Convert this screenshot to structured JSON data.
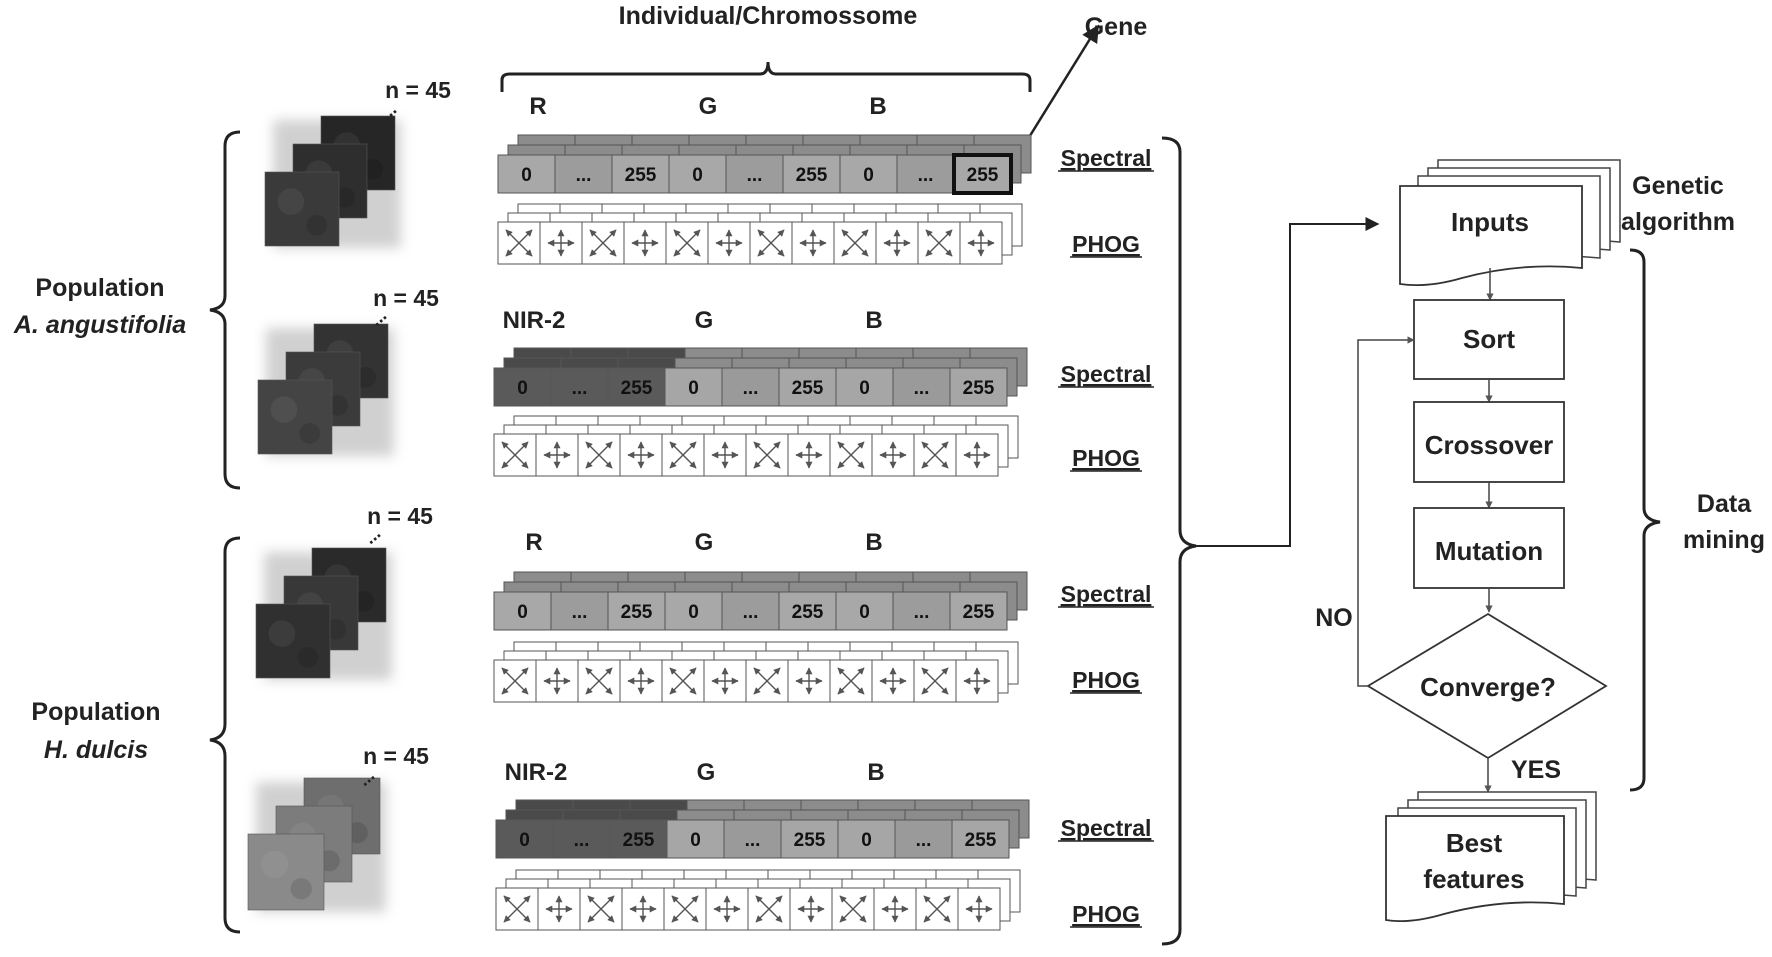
{
  "header": {
    "title": "Individual/Chromossome",
    "gene_label": "Gene"
  },
  "populations": [
    {
      "label": "Population",
      "species": "A. angustifolia"
    },
    {
      "label": "Population",
      "species": "H. dulcis"
    }
  ],
  "samples": [
    {
      "count_label": "n = 45",
      "ellipsis": "..."
    },
    {
      "count_label": "n = 45",
      "ellipsis": "..."
    },
    {
      "count_label": "n = 45",
      "ellipsis": "..."
    },
    {
      "count_label": "n = 45",
      "ellipsis": "..."
    }
  ],
  "chromosomes": [
    {
      "bands": [
        "R",
        "G",
        "B"
      ],
      "feature1": "Spectral",
      "feature2": "PHOG"
    },
    {
      "bands": [
        "NIR-2",
        "G",
        "B"
      ],
      "feature1": "Spectral",
      "feature2": "PHOG"
    },
    {
      "bands": [
        "R",
        "G",
        "B"
      ],
      "feature1": "Spectral",
      "feature2": "PHOG"
    },
    {
      "bands": [
        "NIR-2",
        "G",
        "B"
      ],
      "feature1": "Spectral",
      "feature2": "PHOG"
    }
  ],
  "gene_values": [
    "0",
    "...",
    "255",
    "0",
    "...",
    "255",
    "0",
    "...",
    "255"
  ],
  "flowchart": {
    "title_line1": "Genetic",
    "title_line2": "algorithm",
    "inputs": "Inputs",
    "sort": "Sort",
    "crossover": "Crossover",
    "mutation": "Mutation",
    "converge": "Converge?",
    "no": "NO",
    "yes": "YES",
    "output_line1": "Best",
    "output_line2": "features",
    "phase_line1": "Data",
    "phase_line2": "mining"
  }
}
